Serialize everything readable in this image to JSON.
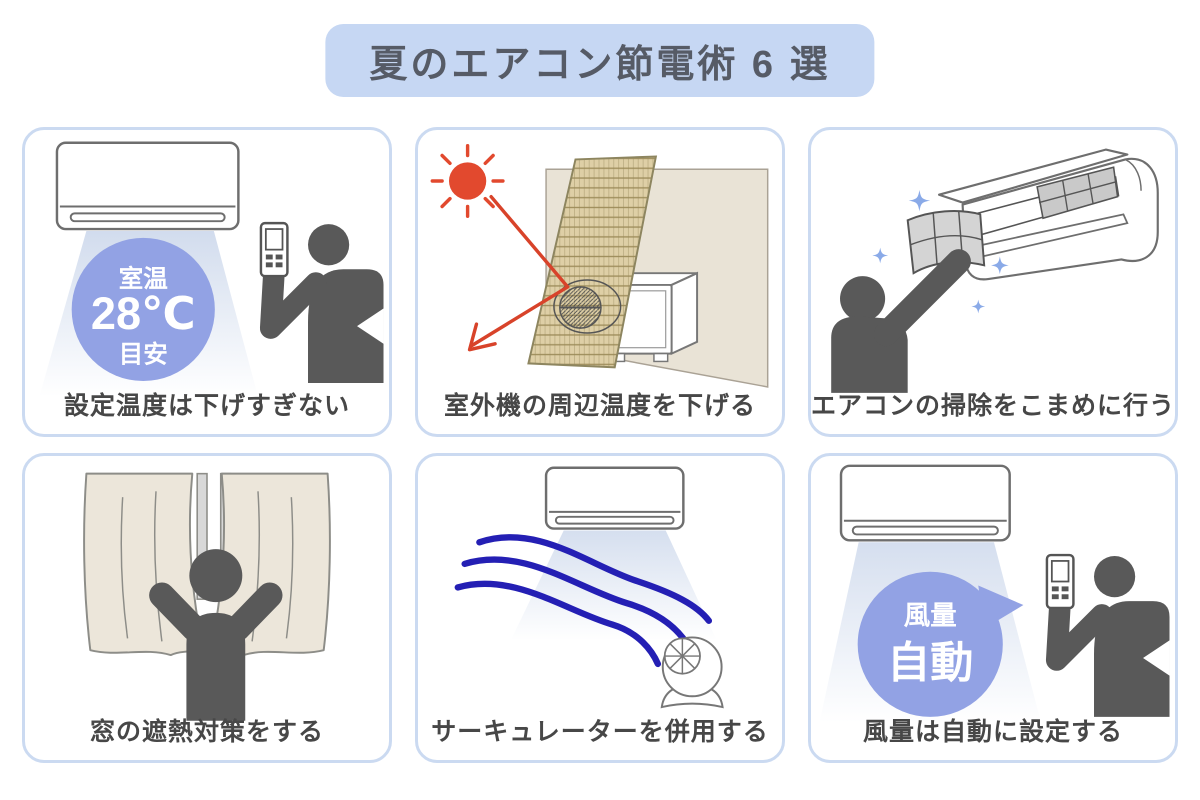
{
  "page": {
    "title": "夏のエアコン節電術 6 選",
    "background": "#ffffff",
    "title_bg": "#c6d7f3",
    "title_text_color": "#565b66"
  },
  "colors": {
    "panel_border": "#cbdaf1",
    "silhouette_gray": "#595959",
    "badge_blue": "#92a2e4",
    "badge_text": "#ffffff",
    "sun_red": "#e2492e",
    "arrow_red": "#d8432a",
    "wind_blue": "#241fb4",
    "sparkle_blue": "#8aaae8",
    "wall_beige": "#e9e3d6",
    "curtain_beige": "#ece6da",
    "sudare_tan": "#decfa6",
    "airflow_blue": "#b9c9e4",
    "outline_gray": "#6e6e6e",
    "caption_color": "#474747"
  },
  "panels": [
    {
      "caption": "設定温度は下げすぎない",
      "badge": {
        "line1": "室温",
        "line2": "28℃",
        "line3": "目安"
      }
    },
    {
      "caption": "室外機の周辺温度を下げる"
    },
    {
      "caption": "エアコンの掃除をこまめに行う"
    },
    {
      "caption": "窓の遮熱対策をする"
    },
    {
      "caption": "サーキュレーターを併用する"
    },
    {
      "caption": "風量は自動に設定する",
      "badge": {
        "line1": "風量",
        "line2": "自動"
      }
    }
  ]
}
